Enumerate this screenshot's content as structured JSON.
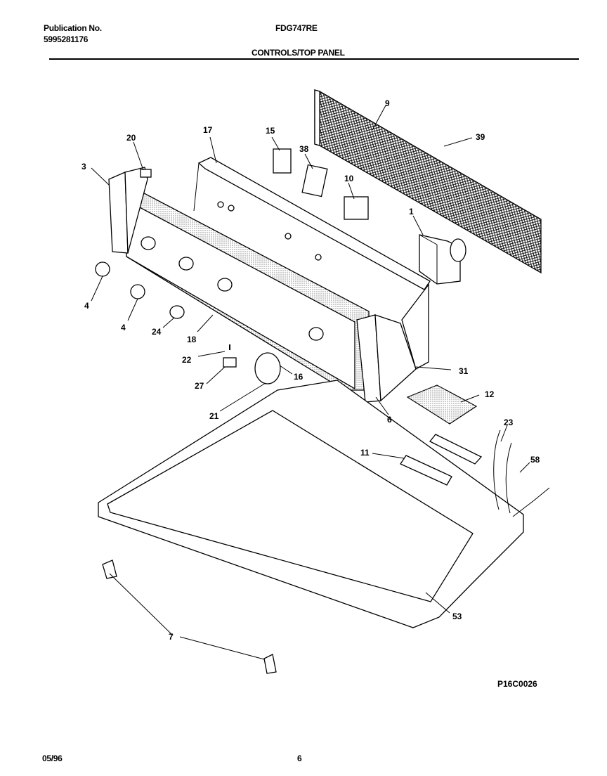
{
  "header": {
    "publication_label": "Publication No.",
    "publication_number": "5995281176",
    "model": "FDG747RE",
    "section_title": "CONTROLS/TOP PANEL"
  },
  "diagram": {
    "callouts": [
      "9",
      "39",
      "20",
      "17",
      "15",
      "38",
      "10",
      "3",
      "1",
      "4",
      "4",
      "24",
      "18",
      "22",
      "16",
      "27",
      "21",
      "31",
      "12",
      "6",
      "23",
      "11",
      "58",
      "53",
      "7"
    ],
    "figure_code": "P16C0026"
  },
  "footer": {
    "date": "05/96",
    "page": "6"
  }
}
